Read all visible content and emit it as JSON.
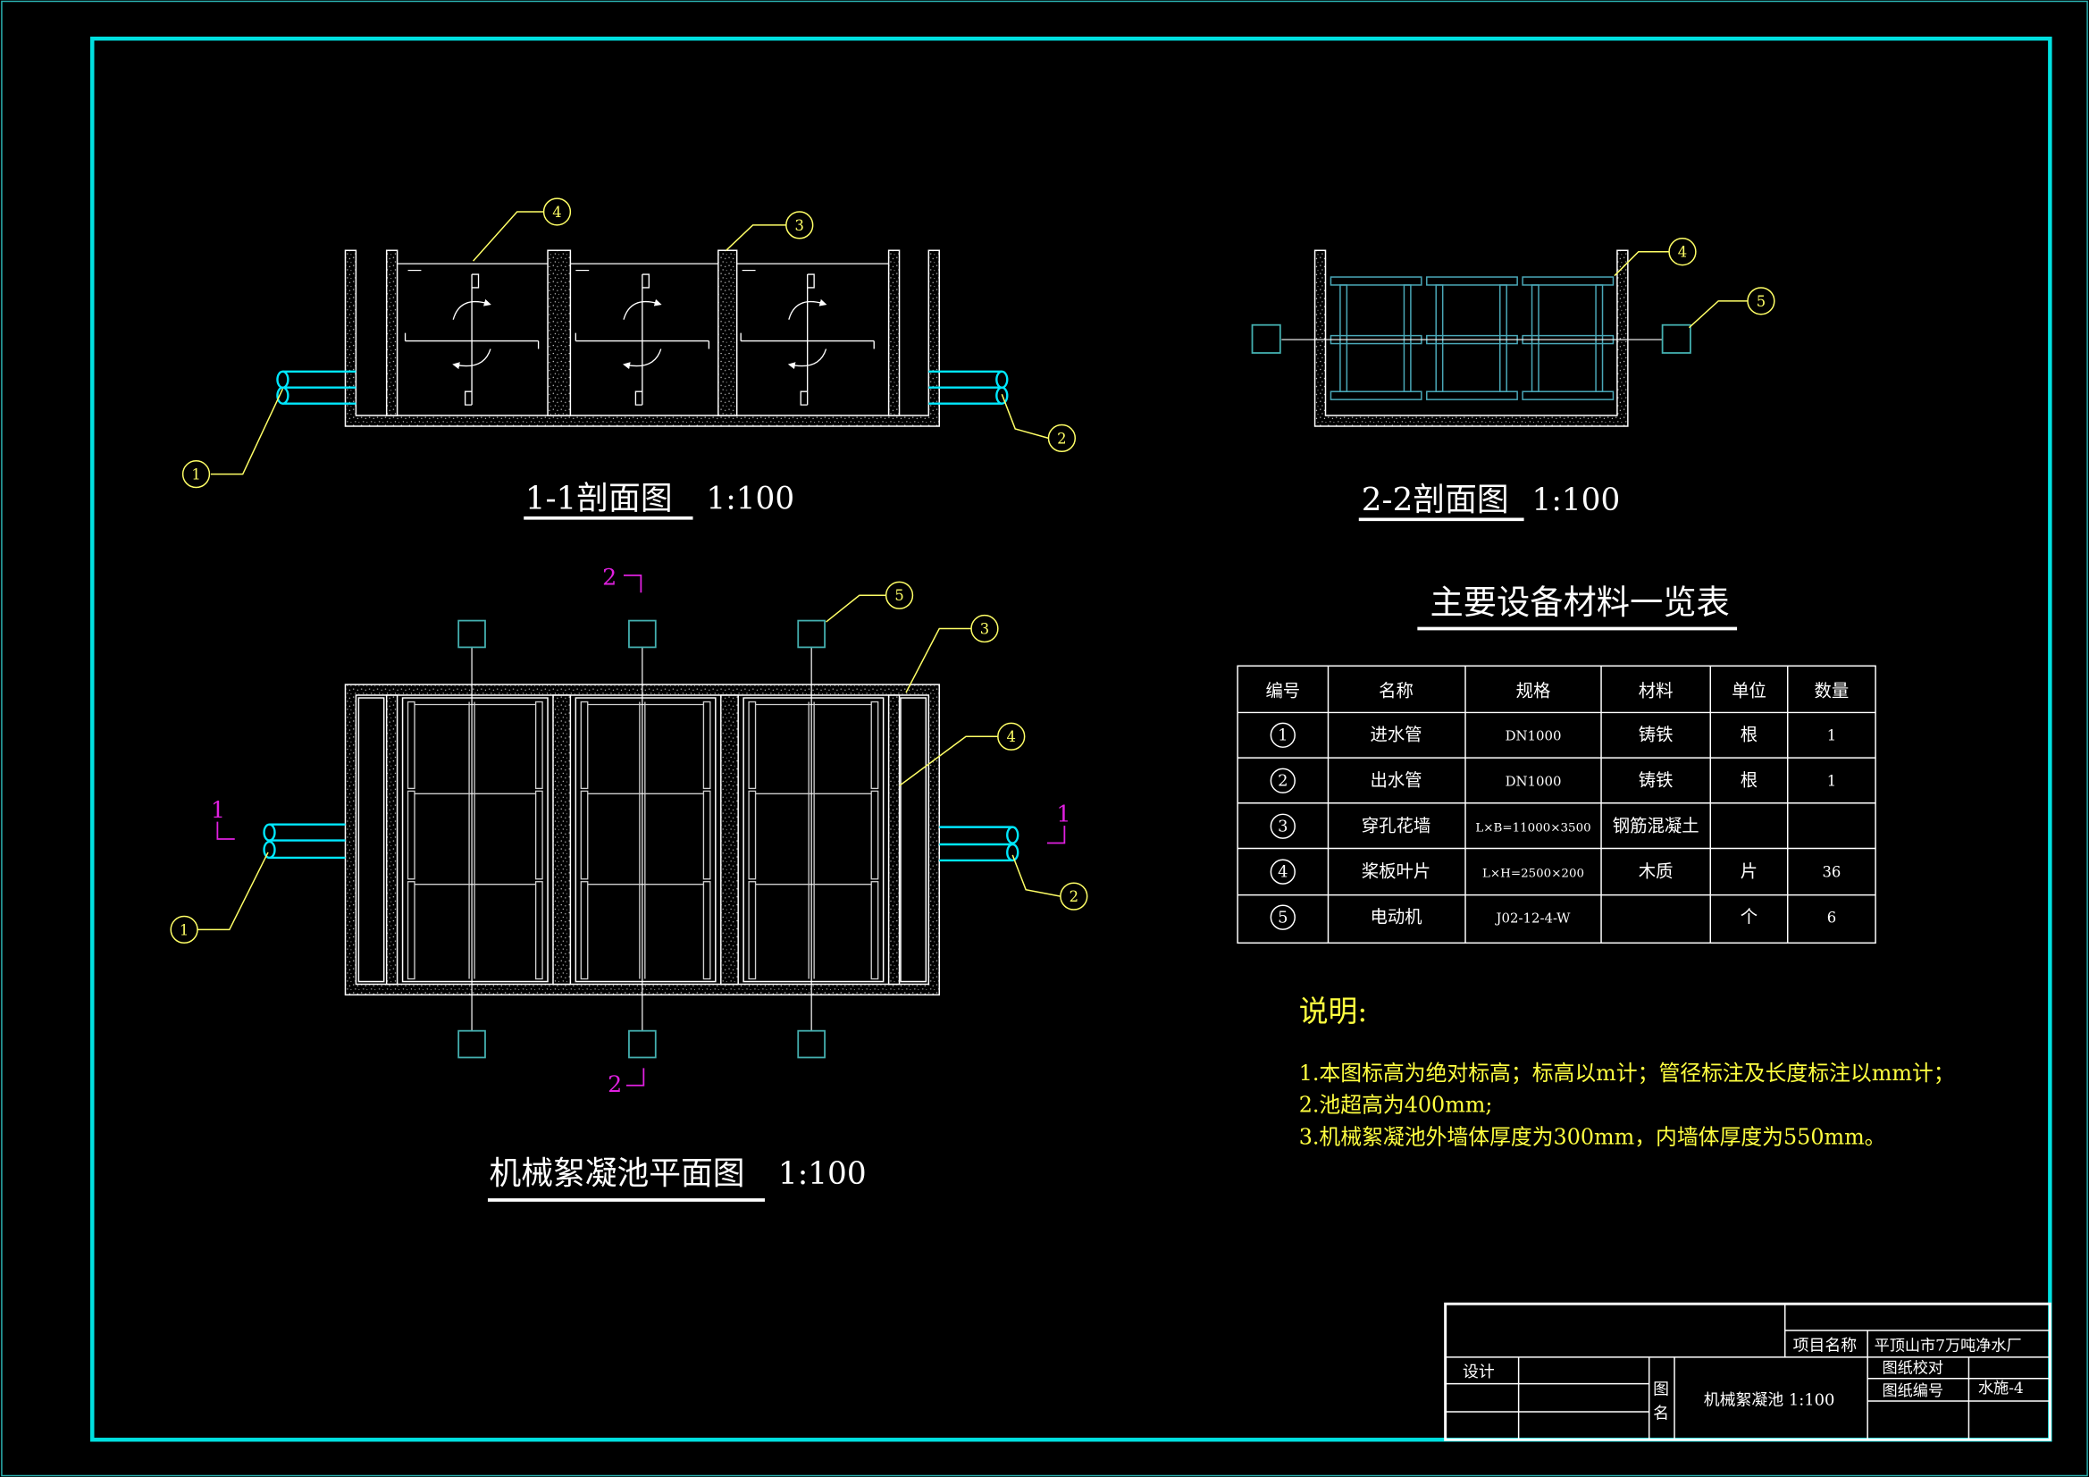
{
  "views": {
    "section_1_1": {
      "title": "1-1剖面图",
      "scale": "1:100"
    },
    "section_2_2": {
      "title": "2-2剖面图",
      "scale": "1:100"
    },
    "plan": {
      "title": "机械絮凝池平面图",
      "scale": "1:100"
    }
  },
  "markers": {
    "sec1": [
      "1",
      "2",
      "3",
      "4"
    ],
    "sec2": [
      "4",
      "5"
    ],
    "plan": [
      "1",
      "2",
      "3",
      "4",
      "5"
    ],
    "cut_labels": {
      "cut1_left": "1",
      "cut1_right": "1",
      "cut2_top": "2",
      "cut2_bottom": "2"
    }
  },
  "equipment_table": {
    "title": "主要设备材料一览表",
    "headers": [
      "编号",
      "名称",
      "规格",
      "材料",
      "单位",
      "数量"
    ],
    "rows": [
      {
        "no": "1",
        "name": "进水管",
        "spec": "DN1000",
        "material": "铸铁",
        "unit": "根",
        "qty": "1"
      },
      {
        "no": "2",
        "name": "出水管",
        "spec": "DN1000",
        "material": "铸铁",
        "unit": "根",
        "qty": "1"
      },
      {
        "no": "3",
        "name": "穿孔花墙",
        "spec": "L×B=11000×3500",
        "material": "钢筋混凝土",
        "unit": "",
        "qty": ""
      },
      {
        "no": "4",
        "name": "桨板叶片",
        "spec": "L×H=2500×200",
        "material": "木质",
        "unit": "片",
        "qty": "36"
      },
      {
        "no": "5",
        "name": "电动机",
        "spec": "J02-12-4-W",
        "material": "",
        "unit": "个",
        "qty": "6"
      }
    ]
  },
  "notes": {
    "title": "说明:",
    "lines": [
      "1.本图标高为绝对标高；标高以m计；管径标注及长度标注以mm计；",
      "2.池超高为400mm;",
      "3.机械絮凝池外墙体厚度为300mm，内墙体厚度为550mm。"
    ]
  },
  "title_block": {
    "project_label": "项目名称",
    "project_name": "平顶山市7万吨净水厂",
    "design_label": "设计",
    "drawing_name_label_1": "图",
    "drawing_name_label_2": "名",
    "drawing_name": "机械絮凝池 1:100",
    "check_label": "图纸校对",
    "number_label": "图纸编号",
    "number": "水施-4"
  },
  "colors": {
    "background": "#000000",
    "frame": "#00e0e0",
    "structure": "#ffffff",
    "pipes": "#00e8ff",
    "markers": "#ffff66",
    "cut_marks": "#e020e0",
    "notes": "#ffff40",
    "motor": "#44b0b0"
  }
}
